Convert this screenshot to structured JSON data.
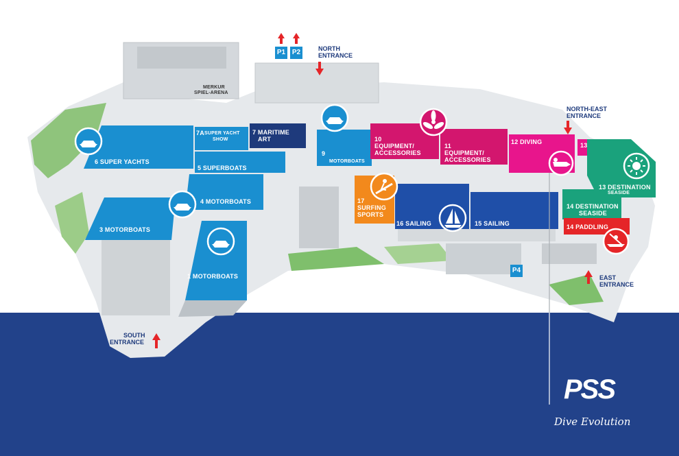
{
  "halls": {
    "h1": "1 MOTORBOATS",
    "h3": "3 MOTORBOATS",
    "h4": "4 MOTORBOATS",
    "h5": "5 SUPERBOATS",
    "h6": "6 SUPER YACHTS",
    "h7a_1": "7a",
    "h7a_2": "SUPER YACHT",
    "h7a_3": "SHOW",
    "h7_1": "7 MARITIME",
    "h7_2": "ART",
    "h9_1": "9",
    "h9_2": "MOTORBOATS",
    "h10_1": "10",
    "h10_2": "EQUIPMENT/",
    "h10_3": "ACCESSORIES",
    "h11_1": "11",
    "h11_2": "EQUIPMENT/",
    "h11_3": "ACCESSORIES",
    "h12": "12 DIVING",
    "h13a": "13",
    "h13_1": "13 DESTINATION",
    "h13_2": "SEASIDE",
    "h14_1": "14 DESTINATION",
    "h14_2": "SEASIDE",
    "h14p": "14 PADDLING",
    "h15": "15 SAILING",
    "h16": "16 SAILING",
    "h17_1": "17",
    "h17_2": "SURFING",
    "h17_3": "SPORTS"
  },
  "arena": {
    "line1": "MERKUR",
    "line2": "SPIEL-ARENA"
  },
  "entrances": {
    "north_1": "NORTH",
    "north_2": "ENTRANCE",
    "north_east_1": "NORTH-EAST",
    "north_east_2": "ENTRANCE",
    "east_1": "EAST",
    "east_2": "ENTRANCE",
    "south_1": "SOUTH",
    "south_2": "ENTRANCE"
  },
  "parking": {
    "p1": "P1",
    "p2": "P2",
    "p4": "P4"
  },
  "brand": {
    "logo": "PSS",
    "tagline": "Dive Evolution"
  },
  "colors": {
    "blue": "#1a8fd0",
    "royal": "#1f4fa8",
    "navy": "#1e3a7c",
    "magenta": "#d3166e",
    "pink": "#e8158c",
    "green": "#1aa27c",
    "orange": "#f2891c",
    "red": "#e52528",
    "band": "#22428a"
  },
  "icons": [
    "motorboat-icon",
    "sailboat-icon",
    "propeller-icon",
    "diver-icon",
    "surfer-icon",
    "sun-icon",
    "kayak-icon",
    "up-arrow-icon",
    "down-arrow-icon"
  ]
}
